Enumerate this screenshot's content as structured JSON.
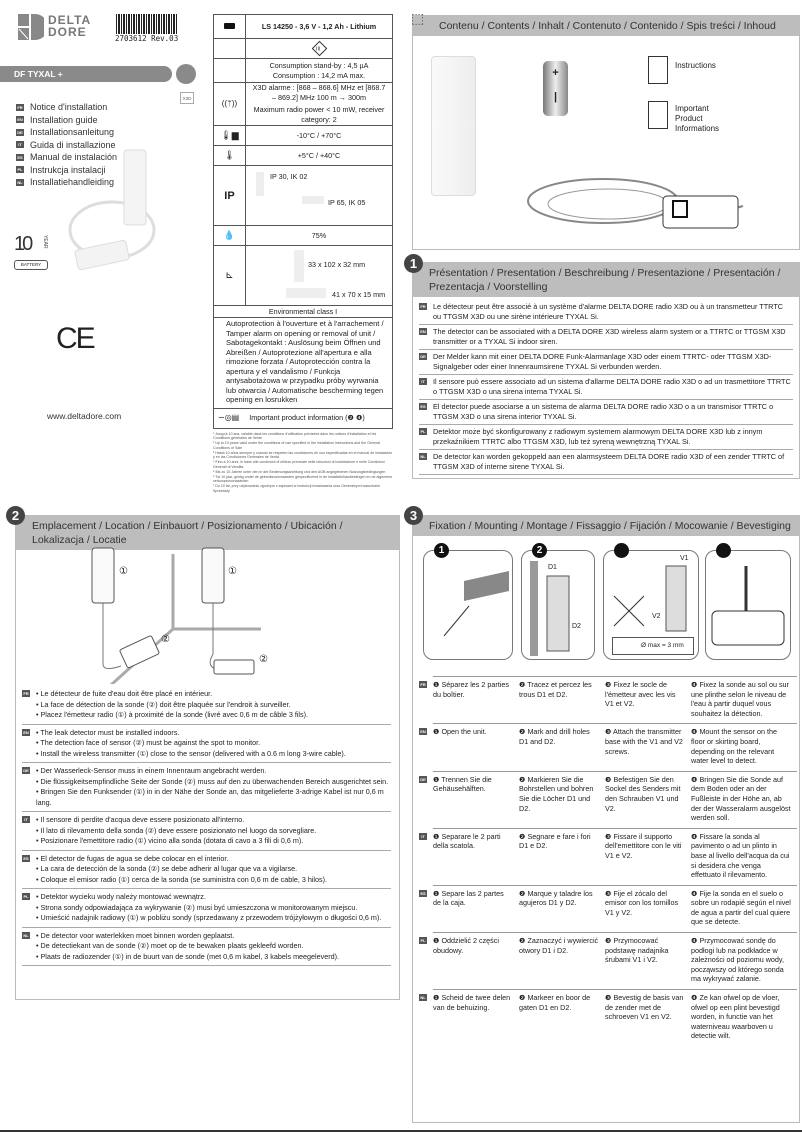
{
  "brand": {
    "name_line1": "DELTA",
    "name_line2": "DORE",
    "barcode_text": "2703612 Rev.03",
    "product_title": "DF TYXAL +",
    "x3d_badge": "X3D",
    "website": "www.deltadore.com",
    "ce_mark": "CE",
    "warranty_years": "10",
    "warranty_unit": "YEAR",
    "battery_label": "BATTERY"
  },
  "guides": [
    {
      "code": "FR",
      "label": "Notice d'installation"
    },
    {
      "code": "EN",
      "label": "Installation guide"
    },
    {
      "code": "DE",
      "label": "Installationsanleitung"
    },
    {
      "code": "IT",
      "label": "Guida di installazione"
    },
    {
      "code": "ES",
      "label": "Manual de instalación"
    },
    {
      "code": "PL",
      "label": "Instrukcja instalacji"
    },
    {
      "code": "NL",
      "label": "Installatiehandleiding"
    }
  ],
  "specs": {
    "battery": "LS 14250 - 3,6 V - 1,2 Ah - Lithium",
    "class_symbol": "III",
    "consumption_standby": "Consumption stand-by : 4,5 µA",
    "consumption_max": "Consumption : 14,2 mA max.",
    "radio_1": "X3D alarme : [868 – 868.6] MHz et [868.7 – 869.2] MHz 100 m → 300m",
    "radio_2": "Maximum radio power < 10 mW, receiver category: 2",
    "storage_temp": "-10°C / +70°C",
    "operating_temp": "+5°C / +40°C",
    "ip_label": "IP",
    "ip_transmitter": "IP 30, IK 02",
    "ip_sensor": "IP 65, IK 05",
    "humidity": "75%",
    "dim_transmitter": "33 x 102 x 32 mm",
    "dim_sensor": "41 x 70 x 15 mm",
    "environment": "Environmental class I",
    "tamper": "Autoprotection à l'ouverture et à l'arrachement / Tamper alarm on opening or removal of unit / Sabotagekontakt : Auslösung beim Öffnen und Abreißen / Autoprotezione all'apertura e alla rimozione forzata / Autoprotección contra la apertura y el vandalismo / Funkcja antysabotażowa w przypadku próby wyrwania lub otwarcia / Automatische bescherming tegen opening en losrukken",
    "important_info": "Important product information (❷ ❹)"
  },
  "footnotes": [
    "¹ Jusqu'à 10 ans, valable dans les conditions d'utilisation précisées dans les notices d'installation et les Conditions générales de Vente",
    "² Up to 10 years valid under the conditions of use specified in the installation instructions and the General Conditions of Sale",
    "³ Hasta 10 años siempre y cuando se respeten las condiciones de uso especificadas en el manual de instalación y en las Condiciones Generales de Venta",
    "⁴ Fino a 10 anni, in base alle condizioni di utilizzo precisate nelle istruzioni di installazione e nelle Condizioni Generali di Vendita",
    "⁵ Bis zu 10 Jahren unter den in der Bedienungsanleitung und den AGB angegebenen Nutzungsbedingungen",
    "⁶ Tot 10 jaar, geldig onder de gebruiksvoorwaarden gespecificeerd in de installatiehandleidingen en de algemene verkoopsvoorwaarden",
    "⁷ Do 10 lat, przy użytkowaniu zgodnym z zapisami w instrukcji instalowania oraz Generalnymi warunkami Sprzedaży"
  ],
  "contents": {
    "title": "Contenu / Contents / Inhalt / Contenuto / Contenido / Spis treści / Inhoud",
    "item_instructions": "Instructions",
    "item_important": "Important Product Informations"
  },
  "section1": {
    "number": "1",
    "title": "Présentation / Presentation / Beschreibung / Presentazione / Presentación / Prezentacja / Voorstelling",
    "rows": [
      {
        "code": "FR",
        "text": "Le détecteur peut être associé à un système d'alarme DELTA DORE radio X3D ou à un transmetteur TTRTC ou TTGSM X3D ou une sirène intérieure TYXAL Si."
      },
      {
        "code": "EN",
        "text": "The detector can be associated with a DELTA DORE X3D wireless alarm system or a TTRTC or TTGSM X3D transmitter or a TYXAL Si indoor siren."
      },
      {
        "code": "DE",
        "text": "Der Melder kann mit einer DELTA DORE Funk-Alarmanlage X3D oder einem TTRTC- oder TTGSM X3D-Signalgeber oder einer Innenraumsirene TYXAL Si verbunden werden."
      },
      {
        "code": "IT",
        "text": "Il sensore può essere associato ad un sistema d'allarme DELTA DORE radio X3D o ad un trasmettitore TTRTC o TTGSM X3D o una sirena interna TYXAL Si."
      },
      {
        "code": "ES",
        "text": "El detector puede asociarse a un sistema de alarma DELTA DORE radio X3D o a un transmisor TTRTC o TTGSM X3D o una sirena interior TYXAL Si."
      },
      {
        "code": "PL",
        "text": "Detektor może być skonfigurowany z radiowym systemem alarmowym DELTA DORE X3D lub z innym przekaźnikiem TTRTC albo TTGSM X3D, lub też syreną wewnętrzną TYXAL Si."
      },
      {
        "code": "NL",
        "text": "De detector kan worden gekoppeld aan een alarmsysteem DELTA DORE radio X3D of een zender TTRTC of TTGSM X3D of interne sirene TYXAL Si."
      }
    ]
  },
  "section2": {
    "number": "2",
    "title": "Emplacement / Location / Einbauort / Posizionamento / Ubicación / Lokalizacja / Locatie",
    "label_transmitter": "①",
    "label_sensor": "②",
    "rows": [
      {
        "code": "FR",
        "bullets": [
          "• Le détecteur de fuite d'eau doit être placé en intérieur.",
          "• La face de détection de la sonde (②) doit être plaquée sur l'endroit à surveiller.",
          "• Placez l'émetteur radio (①) à proximité de la sonde (livré avec 0,6 m de câble 3 fils)."
        ]
      },
      {
        "code": "EN",
        "bullets": [
          "• The leak detector must be installed indoors.",
          "• The detection face of sensor (②) must be against the spot to monitor.",
          "• Install the wireless transmitter (①) close to the sensor (delivered with a 0.6 m long 3-wire cable)."
        ]
      },
      {
        "code": "DE",
        "bullets": [
          "• Der Wasserleck-Sensor muss in einem Innenraum angebracht werden.",
          "• Die flüssigkeitsempfindliche Seite der Sonde (②) muss auf den zu überwachenden Bereich ausgerichtet sein.",
          "• Bringen Sie den Funksender (①) in in der Nähe der Sonde an, das mitgelieferte 3-adrige Kabel ist nur 0,6 m lang."
        ]
      },
      {
        "code": "IT",
        "bullets": [
          "• Il sensore di perdite d'acqua deve essere posizionato all'interno.",
          "• Il lato di rilevamento della sonda (②) deve essere posizionato nel luogo da sorvegliare.",
          "• Posizionare l'emettitore radio (①) vicino alla sonda (dotata di cavo a 3 fili di 0,6 m)."
        ]
      },
      {
        "code": "ES",
        "bullets": [
          "• El detector de fugas de agua se debe colocar en el interior.",
          "• La cara de detección de la sonda (②) se debe adherir al lugar que va a vigilarse.",
          "• Coloque el emisor radio (①) cerca de la sonda (se suministra con 0,6 m de cable, 3 hilos)."
        ]
      },
      {
        "code": "PL",
        "bullets": [
          "• Detektor wycieku wody należy montować wewnątrz.",
          "• Strona sondy odpowiadająca za wykrywanie (②) musi być umieszczona w monitorowanym miejscu.",
          "• Umieścić nadajnik radiowy (①) w pobliżu sondy (sprzedawany z przewodem trójżyłowym o długości 0,6 m)."
        ]
      },
      {
        "code": "NL",
        "bullets": [
          "• De detector voor waterlekken moet binnen worden geplaatst.",
          "• De detectiekant van de sonde (②) moet op de te bewaken plaats gekleefd worden.",
          "• Plaats de radiozender (①) in de buurt van de sonde (met 0,6 m kabel, 3 kabels meegeleverd)."
        ]
      }
    ]
  },
  "section3": {
    "number": "3",
    "title": "Fixation / Mounting / Montage / Fissaggio / Fijación / Mocowanie / Bevestiging",
    "figure_labels": {
      "step1": "1",
      "step2": "2",
      "d1": "D1",
      "d2": "D2",
      "v1": "V1",
      "v2": "V2",
      "screw_size": "Ø max = 3 mm"
    },
    "rows": [
      {
        "code": "FR",
        "steps": [
          "❶ Séparez les 2 parties du boîtier.",
          "❷ Tracez et percez les trous D1 et D2.",
          "❸ Fixez le socle de l'émetteur avec les vis V1 et V2.",
          "❹ Fixez la sonde au sol ou sur une plinthe selon le niveau de l'eau à partir duquel vous souhaitez la détection."
        ]
      },
      {
        "code": "EN",
        "steps": [
          "❶ Open the unit.",
          "❷ Mark and drill holes D1 and D2.",
          "❸ Attach the transmitter base with the V1 and V2 screws.",
          "❹ Mount the sensor on the floor or skirting board, depending on the relevant water level to detect."
        ]
      },
      {
        "code": "DE",
        "steps": [
          "❶ Trennen Sie die Gehäusehälften.",
          "❷ Markieren Sie die Bohrstellen und bohren Sie die Löcher D1 und D2.",
          "❸ Befestigen Sie den Sockel des Senders mit den Schrauben V1 und V2.",
          "❹ Bringen Sie die Sonde auf dem Boden oder an der Fußleiste in der Höhe an, ab der der Wasseralarm ausgelöst werden soll."
        ]
      },
      {
        "code": "IT",
        "steps": [
          "❶ Separare le 2 parti della scatola.",
          "❷ Segnare e fare i fori D1 e D2.",
          "❸ Fissare il supporto dell'emettitore con le viti V1 e V2.",
          "❹ Fissare la sonda al pavimento o ad un plinto in base al livello dell'acqua da cui si desidera che venga effettuato il rilevamento."
        ]
      },
      {
        "code": "ES",
        "steps": [
          "❶ Separe las 2 partes de la caja.",
          "❷ Marque y taladre los agujeros D1 y D2.",
          "❸ Fije el zócalo del emisor con los tornillos V1 y V2.",
          "❹ Fije la sonda en el suelo o sobre un rodapié según el nivel de agua a partir del cual quiere que se detecte."
        ]
      },
      {
        "code": "PL",
        "steps": [
          "❶ Oddzielić 2 części obudowy.",
          "❷ Zaznaczyć i wywiercić otwory D1 i D2.",
          "❸ Przymocować podstawę nadajnika śrubami V1 i V2.",
          "❹ Przymocować sondę do podłogi lub na podkładce w zależności od poziomu wody, począwszy od którego sonda ma wykrywać zalanie."
        ]
      },
      {
        "code": "NL",
        "steps": [
          "❶ Scheid de twee delen van de behuizing.",
          "❷ Markeer en boor de gaten D1 en D2.",
          "❸ Bevestig de basis van de zender met de schroeven V1 en V2.",
          "❹ Ze kan ofwel op de vloer, ofwel op een plint bevestigd worden, in functie van het waterniveau waarboven u detectie wilt."
        ]
      }
    ]
  }
}
